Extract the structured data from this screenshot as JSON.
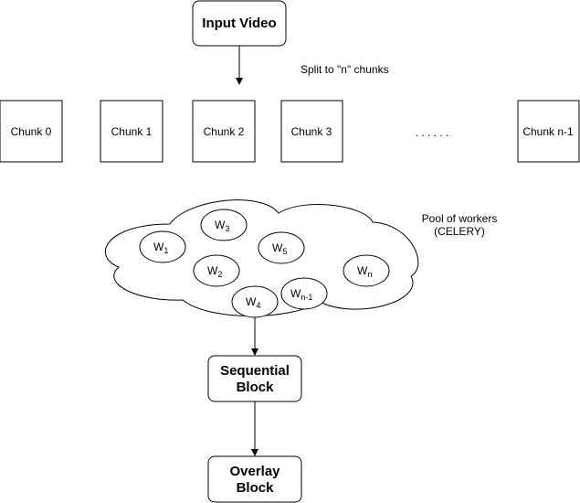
{
  "input_node": {
    "label": "Input Video"
  },
  "split_label": "Split to \"n\" chunks",
  "chunks": [
    "Chunk 0",
    "Chunk 1",
    "Chunk 2",
    "Chunk 3",
    "Chunk n-1"
  ],
  "ellipsis": ". . . . . .",
  "pool": {
    "line1": "Pool of workers",
    "line2": "(CELERY)"
  },
  "workers": [
    {
      "base": "W",
      "sub": "1"
    },
    {
      "base": "W",
      "sub": "2"
    },
    {
      "base": "W",
      "sub": "3"
    },
    {
      "base": "W",
      "sub": "4"
    },
    {
      "base": "W",
      "sub": "5"
    },
    {
      "base": "W",
      "sub": "n-1"
    },
    {
      "base": "W",
      "sub": "n"
    }
  ],
  "sequential_node": {
    "line1": "Sequential",
    "line2": "Block"
  },
  "overlay_node": {
    "line1": "Overlay",
    "line2": "Block"
  }
}
